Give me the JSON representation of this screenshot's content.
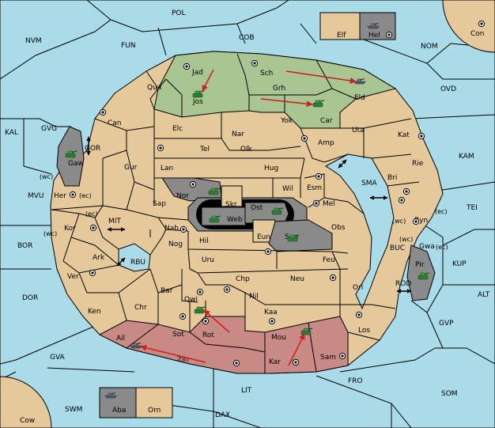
{
  "colors": {
    "sea": "#a9dbe8",
    "land": "#e6c99a",
    "green_power": "#a8c592",
    "red_power": "#c98a86",
    "gray_power": "#8a8a8a",
    "order_arrow": "#cc2222"
  },
  "sea_regions": [
    {
      "name": "POL",
      "label": "POL"
    },
    {
      "name": "NVM",
      "label": "NVM"
    },
    {
      "name": "FUN",
      "label": "FUN"
    },
    {
      "name": "COB",
      "label": "COB"
    },
    {
      "name": "NOM",
      "label": "NOM"
    },
    {
      "name": "Con",
      "label": "Con"
    },
    {
      "name": "OVD",
      "label": "OVD"
    },
    {
      "name": "KAL",
      "label": "KAL"
    },
    {
      "name": "GVG",
      "label": "GVG"
    },
    {
      "name": "GOR",
      "label": "GOR"
    },
    {
      "name": "KAM",
      "label": "KAM"
    },
    {
      "name": "MVU",
      "label": "MVU"
    },
    {
      "name": "SMA",
      "label": "SMA"
    },
    {
      "name": "TEI",
      "label": "TEI"
    },
    {
      "name": "MIT",
      "label": "MIT"
    },
    {
      "name": "BOR",
      "label": "BOR"
    },
    {
      "name": "RBU",
      "label": "RBU"
    },
    {
      "name": "BUC",
      "label": "BUC"
    },
    {
      "name": "KUP",
      "label": "KUP"
    },
    {
      "name": "DOR",
      "label": "DOR"
    },
    {
      "name": "ROD",
      "label": "ROD"
    },
    {
      "name": "ALT",
      "label": "ALT"
    },
    {
      "name": "GVP",
      "label": "GVP"
    },
    {
      "name": "GVA",
      "label": "GVA"
    },
    {
      "name": "FRO",
      "label": "FRO"
    },
    {
      "name": "SOM",
      "label": "SOM"
    },
    {
      "name": "LIT",
      "label": "LIT"
    },
    {
      "name": "SWM",
      "label": "SWM"
    },
    {
      "name": "DAX",
      "label": "DAX"
    },
    {
      "name": "Cow",
      "label": "Cow"
    }
  ],
  "land_regions": [
    {
      "label": "Elf"
    },
    {
      "label": "Hel"
    },
    {
      "label": "Jad"
    },
    {
      "label": "Sch"
    },
    {
      "label": "Qua"
    },
    {
      "label": "Jos"
    },
    {
      "label": "Grh"
    },
    {
      "label": "Eld"
    },
    {
      "label": "Can"
    },
    {
      "label": "Yok"
    },
    {
      "label": "Car"
    },
    {
      "label": "Elc"
    },
    {
      "label": "Nar"
    },
    {
      "label": "Uta"
    },
    {
      "label": "Kat"
    },
    {
      "label": "Tel"
    },
    {
      "label": "Olk"
    },
    {
      "label": "Amp"
    },
    {
      "label": "Gaw"
    },
    {
      "label": "Gur"
    },
    {
      "label": "Lan"
    },
    {
      "label": "Hug"
    },
    {
      "label": "Rie"
    },
    {
      "label": "Bri"
    },
    {
      "label": "Wil"
    },
    {
      "label": "Esm"
    },
    {
      "label": "Nor"
    },
    {
      "label": "Her"
    },
    {
      "label": "Skr"
    },
    {
      "label": "Ost"
    },
    {
      "label": "Mel"
    },
    {
      "label": "Sap"
    },
    {
      "label": "Web"
    },
    {
      "label": "Byn"
    },
    {
      "label": "Kor"
    },
    {
      "label": "Nab"
    },
    {
      "label": "Obs"
    },
    {
      "label": "Eun"
    },
    {
      "label": "Sun"
    },
    {
      "label": "Gwa"
    },
    {
      "label": "Hil"
    },
    {
      "label": "Nog"
    },
    {
      "label": "Ark"
    },
    {
      "label": "Pir"
    },
    {
      "label": "Uru"
    },
    {
      "label": "Feu"
    },
    {
      "label": "Ver"
    },
    {
      "label": "Chp"
    },
    {
      "label": "Neu"
    },
    {
      "label": "Bar"
    },
    {
      "label": "Orl"
    },
    {
      "label": "Qwi"
    },
    {
      "label": "Nil"
    },
    {
      "label": "Chr"
    },
    {
      "label": "Ken"
    },
    {
      "label": "Kaa"
    },
    {
      "label": "Los"
    },
    {
      "label": "Sot"
    },
    {
      "label": "Rot"
    },
    {
      "label": "Mou"
    },
    {
      "label": "Ail"
    },
    {
      "label": "Zin"
    },
    {
      "label": "Kar"
    },
    {
      "label": "Sam"
    },
    {
      "label": "Aba"
    },
    {
      "label": "Orn"
    }
  ],
  "coast_notes": [
    "(wc)",
    "(ec)",
    "(ec)",
    "(wc)",
    "(ec)",
    "(wc)",
    "(wc)",
    "(ec)"
  ]
}
